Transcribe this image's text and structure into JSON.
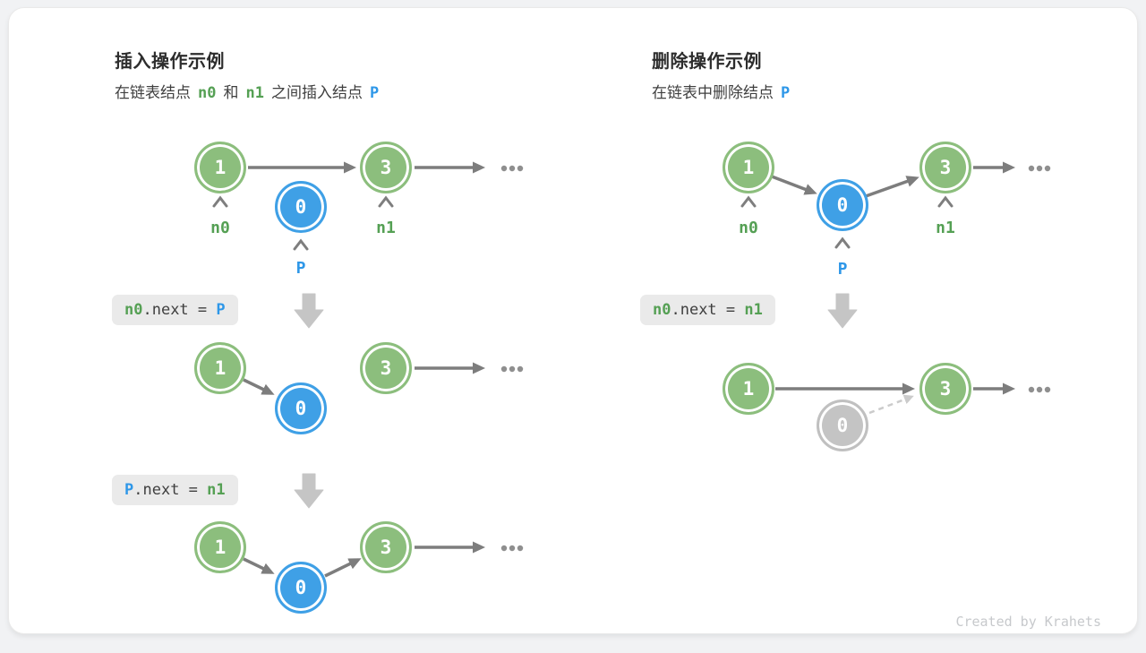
{
  "palette": {
    "green_node": "#8cbe7d",
    "blue_node": "#3fa0e6",
    "gray_node": "#c4c4c4",
    "green_text": "#55a054",
    "blue_text": "#2e97e8",
    "arrow_gray": "#7d7d7d",
    "block_arrow_gray": "#c5c5c5",
    "code_bg": "#eaeaea"
  },
  "insert": {
    "title": "插入操作示例",
    "subtitle_prefix": "在链表结点",
    "subtitle_n0": "n0",
    "subtitle_mid": "和",
    "subtitle_n1": "n1",
    "subtitle_suffix": "之间插入结点",
    "subtitle_p": "P",
    "step1": {
      "node1": "1",
      "node3": "3",
      "node0": "0",
      "label_n0": "n0",
      "label_n1": "n1",
      "label_p": "P",
      "ellipsis": "..."
    },
    "code1": {
      "lhs": "n0",
      "mid": ".next = ",
      "rhs": "P"
    },
    "step2": {
      "node1": "1",
      "node0": "0",
      "node3": "3",
      "ellipsis": "..."
    },
    "code2": {
      "lhs": "P",
      "mid": ".next = ",
      "rhs": "n1"
    },
    "step3": {
      "node1": "1",
      "node0": "0",
      "node3": "3",
      "ellipsis": "..."
    }
  },
  "remove": {
    "title": "删除操作示例",
    "subtitle_prefix": "在链表中删除结点",
    "subtitle_p": "P",
    "step1": {
      "node1": "1",
      "node0": "0",
      "node3": "3",
      "label_n0": "n0",
      "label_n1": "n1",
      "label_p": "P",
      "ellipsis": "..."
    },
    "code1": {
      "lhs": "n0",
      "mid": ".next = ",
      "rhs": "n1"
    },
    "step2": {
      "node1": "1",
      "node3": "3",
      "node0": "0",
      "ellipsis": "..."
    }
  },
  "footer": {
    "credit": "Created by Krahets"
  }
}
